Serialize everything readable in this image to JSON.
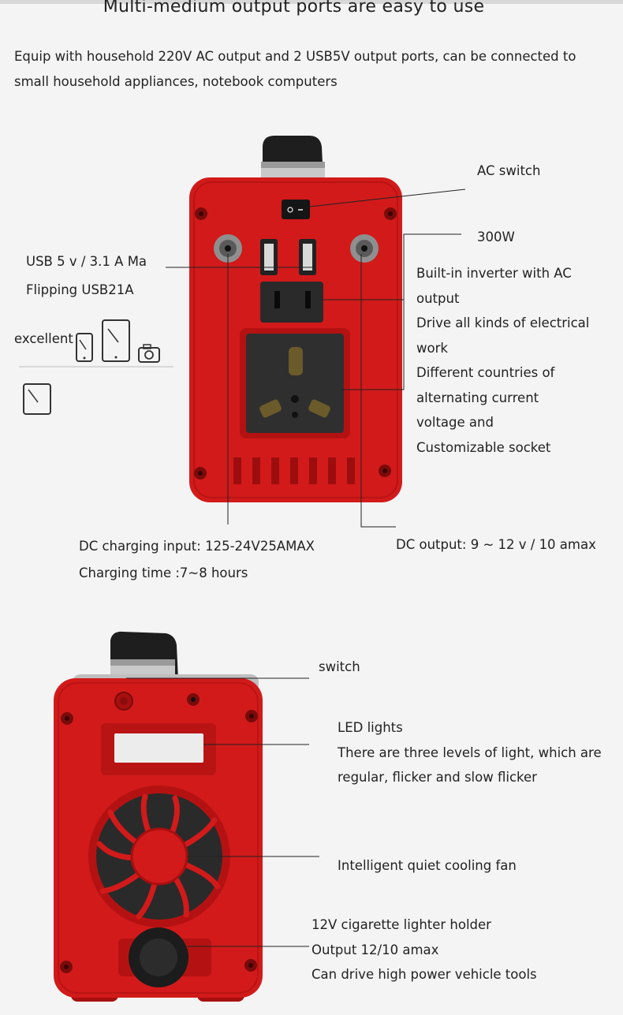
{
  "header": {
    "title": "Multi-medium output ports are easy to use",
    "intro": "Equip with household 220V AC output and 2 USB5V output ports, can be connected to small household appliances, notebook computers"
  },
  "front_view": {
    "ac_switch": "AC switch",
    "power": "300W",
    "usb": [
      "USB 5 v / 3.1 A Ma",
      "Flipping USB21A"
    ],
    "compat_label": "excellent",
    "inverter": [
      "Built-in inverter with AC",
      "output",
      "Drive all kinds of electrical",
      "work",
      "Different countries of",
      "alternating current",
      "voltage and",
      "Customizable socket"
    ],
    "dc_input": [
      "DC charging input: 125-24V25AMAX",
      "Charging time :7~8 hours"
    ],
    "dc_output": "DC output: 9 ~ 12 v / 10 amax"
  },
  "back_view": {
    "switch": "switch",
    "led": [
      "LED lights",
      "There are three levels of light, which are",
      "regular, flicker and slow flicker"
    ],
    "fan": "Intelligent quiet cooling fan",
    "lighter": [
      "12Ⅴ cigarette lighter holder",
      "Output 12/10 amax",
      "Can drive high power vehicle tools"
    ]
  },
  "colors": {
    "body_red": "#d21a1a",
    "dark_red": "#a80f0f",
    "socket_black": "#2a2a2a",
    "handle_black": "#1e1e1e",
    "background": "#f4f4f4"
  },
  "icons": [
    "phone-icon",
    "tablet-icon",
    "camera-icon",
    "tablet-small-icon"
  ]
}
